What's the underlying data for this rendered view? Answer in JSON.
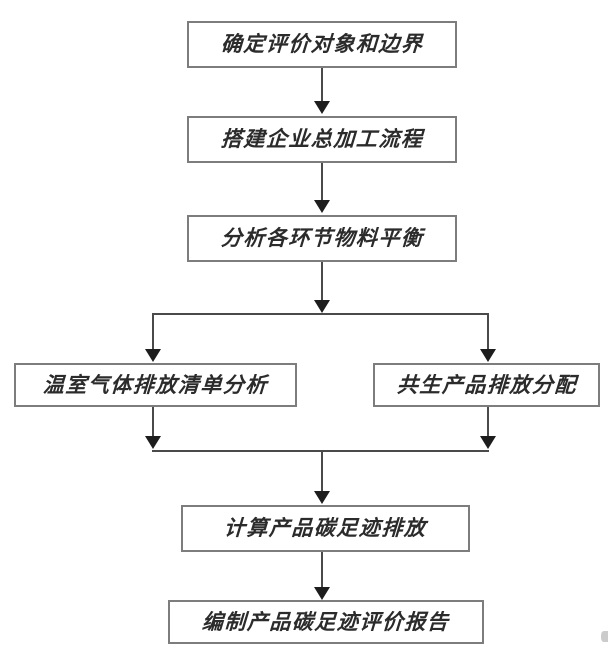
{
  "diagram": {
    "type": "flowchart",
    "orientation": "top-to-bottom",
    "background_color": "#ffffff",
    "box_border_color": "#7d7d7d",
    "connector_color": "#4a4a4a",
    "text_color": "#2b2b2b",
    "nodes": [
      {
        "id": "n1",
        "label": "确定评价对象和边界"
      },
      {
        "id": "n2",
        "label": "搭建企业总加工流程"
      },
      {
        "id": "n3",
        "label": "分析各环节物料平衡"
      },
      {
        "id": "n4",
        "label": "温室气体排放清单分析"
      },
      {
        "id": "n5",
        "label": "共生产品排放分配"
      },
      {
        "id": "n6",
        "label": "计算产品碳足迹排放"
      },
      {
        "id": "n7",
        "label": "编制产品碳足迹评价报告"
      }
    ]
  }
}
